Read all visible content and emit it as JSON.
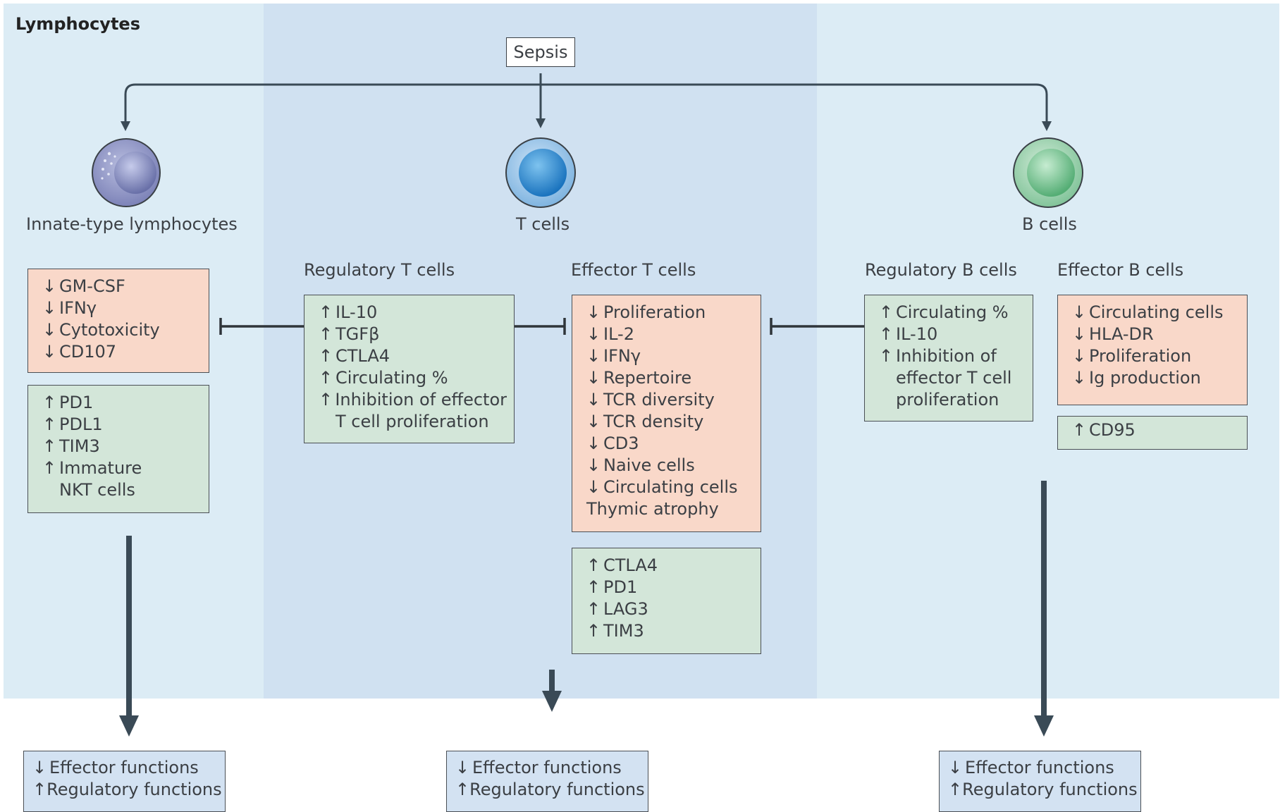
{
  "title": "Lymphocytes",
  "sepsis": "Sepsis",
  "symbols": {
    "down": "↓",
    "up": "↑"
  },
  "cells": {
    "innate": "Innate-type lymphocytes",
    "t": "T cells",
    "b": "B cells"
  },
  "subgroups": {
    "treg": "Regulatory T cells",
    "teff": "Effector T cells",
    "breg": "Regulatory B cells",
    "beff": "Effector B cells"
  },
  "innate_red": [
    "GM-CSF",
    "IFNγ",
    "Cytotoxicity",
    "CD107"
  ],
  "innate_green": [
    "PD1",
    "PDL1",
    "TIM3",
    "Immature",
    "NKT cells"
  ],
  "treg_green": [
    "IL-10",
    "TGFβ",
    "CTLA4",
    "Circulating %",
    "Inhibition of effector",
    "T cell proliferation"
  ],
  "teff_red": [
    "Proliferation",
    "IL-2",
    "IFNγ",
    "Repertoire",
    "TCR diversity",
    "TCR density",
    "CD3",
    "Naive cells",
    "Circulating cells",
    "Thymic atrophy"
  ],
  "teff_green": [
    "CTLA4",
    "PD1",
    "LAG3",
    "TIM3"
  ],
  "breg_green": [
    "Circulating %",
    "IL-10",
    "Inhibition of",
    "effector T cell",
    "proliferation"
  ],
  "beff_red": [
    "Circulating cells",
    "HLA-DR",
    "Proliferation",
    "Ig production"
  ],
  "beff_green": [
    "CD95"
  ],
  "outcome": {
    "effector": "Effector functions",
    "regulatory": "Regulatory functions"
  },
  "colors": {
    "panel_light": "#dcecf5",
    "panel_mid": "#d0e1f1",
    "decrease_box": "#f9d8c9",
    "increase_box": "#d3e6d9",
    "outcome_box": "#d3e2f2",
    "arrow": "#3a4a56"
  }
}
